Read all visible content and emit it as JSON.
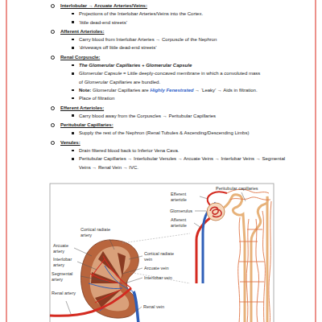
{
  "diagram": {
    "labels": [
      "Interlobular → Arcuate Arteries/Veins:",
      "Projections of the Interlobar Arteries/Veins into the Cortex.",
      "‘little dead-end streets’",
      "Afferent Arterioles:",
      "Carry blood from Interlobar Arteries → Corpuscle of the Nephron",
      "‘driveways off little dead-end streets’",
      "Renal Corpuscle:",
      "The Glomerular Capillaries + Glomerular Capsule",
      "Glomerular Capsule",
      "= Little deeply-concaved membrane in which a convoluted mass of",
      "Glomerular Capillaries",
      "are bundled.",
      "Note:",
      "Glomerular Capillaries are",
      "Highly Fenestrated",
      "→ ‘Leaky’ → Aids in filtration.",
      "Place of filtration",
      "Efferent Arterioles:",
      "Carry blood away from the Corpuscles → Peritubular Capillaries",
      "Peritubular Capillaries:",
      "Supply the rest of the Nephron (Renal Tubules & Ascending/Descending Limbs)",
      "Venules:",
      "Drain filtered blood back to Inferior Vena Cava.",
      "Peritubular Capillaries → Interlobular Venules → Arcuate Veins → Interlobar Veins → Segmental Veins → Renal Vein → IVC.",
      "Peritubular capillaries",
      "Efferent arteriole",
      "Glomerulus",
      "Afferent arteriole",
      "Cortical radiate artery",
      "Arcuate artery",
      "Interlobar artery",
      "Segmental artery",
      "Renal artery",
      "Cortical radiate vein",
      "Arcuate vein",
      "Interlobar vein",
      "Renal vein"
    ]
  }
}
